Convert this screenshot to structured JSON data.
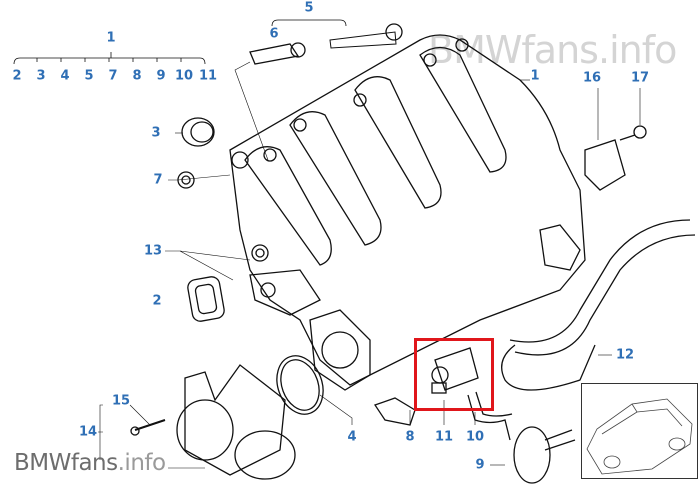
{
  "watermark": {
    "brand": "BMWfans",
    "suffix": ".info"
  },
  "colors": {
    "label": "#2f6fb5",
    "highlight": "#e0161b"
  },
  "callouts": {
    "group_1": "1",
    "group_1_items": [
      "2",
      "3",
      "4",
      "5",
      "7",
      "8",
      "9",
      "10",
      "11"
    ],
    "group_5": "5",
    "p6": "6",
    "p1": "1",
    "p16": "16",
    "p17": "17",
    "p3": "3",
    "p7": "7",
    "p13": "13",
    "p2": "2",
    "p12": "12",
    "p15": "15",
    "p14": "14",
    "p4": "4",
    "p8": "8",
    "p11": "11",
    "p10": "10",
    "p9": "9"
  },
  "highlighted_part": "11"
}
